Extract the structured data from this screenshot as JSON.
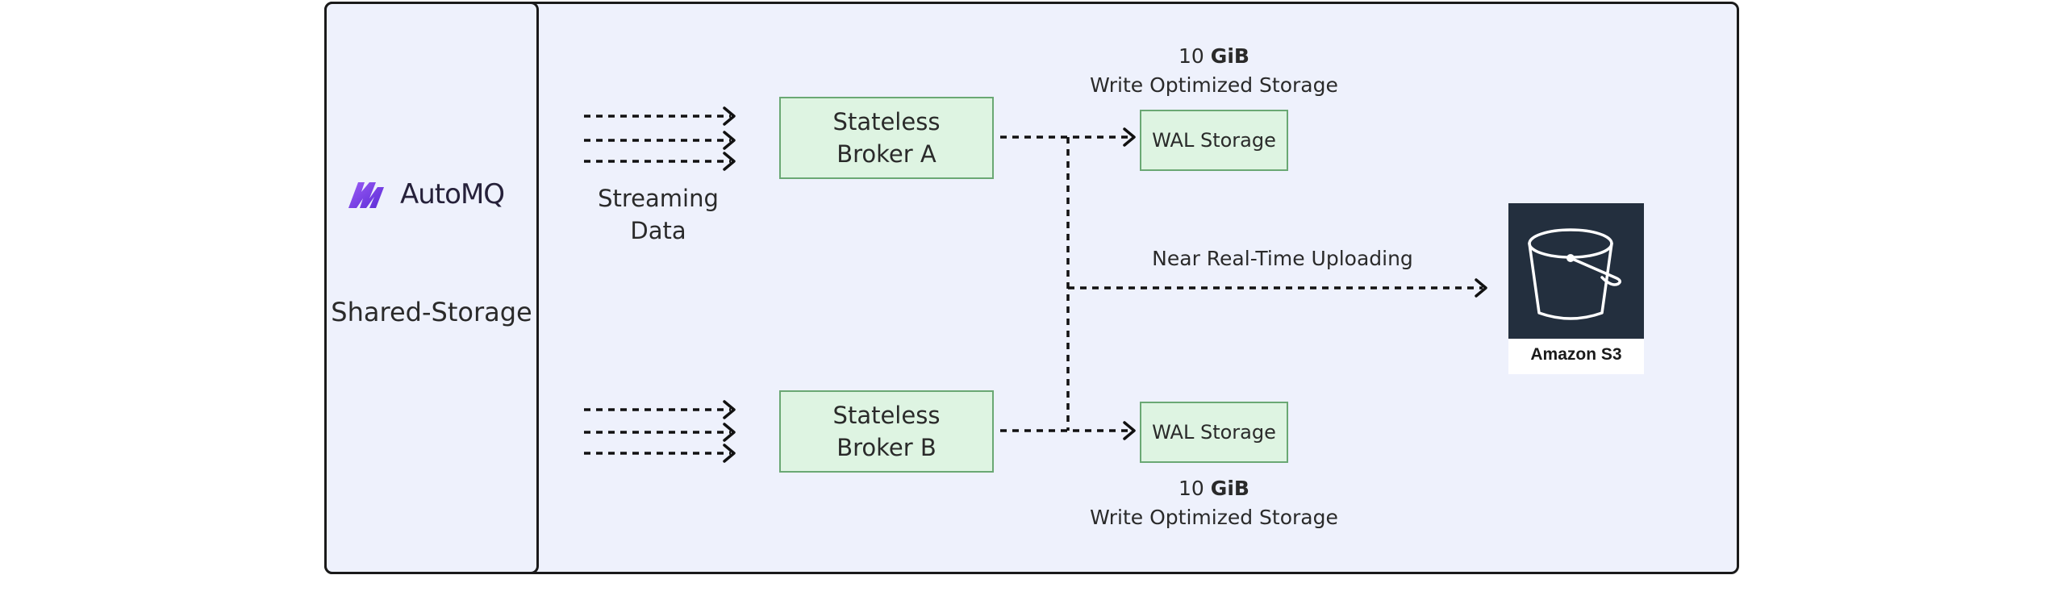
{
  "logo": {
    "name": "AutoMQ"
  },
  "left_panel": {
    "label": "Shared-Storage"
  },
  "streaming": {
    "line1": "Streaming",
    "line2": "Data"
  },
  "brokers": [
    {
      "line1": "Stateless",
      "line2": "Broker A"
    },
    {
      "line1": "Stateless",
      "line2": "Broker B"
    }
  ],
  "wal": [
    {
      "label": "WAL Storage"
    },
    {
      "label": "WAL Storage"
    }
  ],
  "storage_captions": [
    {
      "size_num": "10",
      "size_unit": "GiB",
      "desc": "Write Optimized Storage"
    },
    {
      "size_num": "10",
      "size_unit": "GiB",
      "desc": "Write Optimized Storage"
    }
  ],
  "upload": {
    "label": "Near Real-Time Uploading"
  },
  "s3": {
    "label": "Amazon S3",
    "icon": "s3-bucket-icon",
    "bg_color": "#232f3e"
  },
  "colors": {
    "panel_bg": "#eef1fc",
    "box_fill": "#def4e2",
    "box_border": "#6aa874",
    "brand_purple": "#7b3fe4"
  }
}
